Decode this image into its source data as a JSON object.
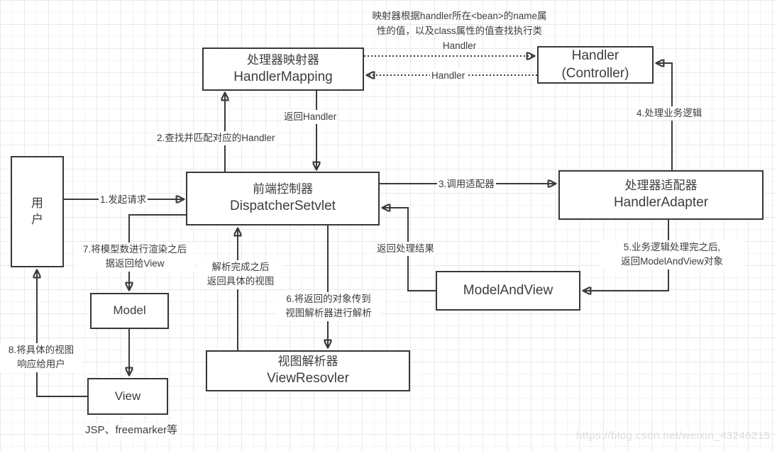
{
  "annotation_top": "映射器根据handler所在<bean>的name属\n性的值，以及class属性的值查找执行类\nHandler",
  "boxes": {
    "user": {
      "label": "用\n户"
    },
    "handler_mapping": {
      "title": "处理器映射器",
      "subtitle": "HandlerMapping"
    },
    "handler": {
      "title": "Handler",
      "subtitle": "(Controller)"
    },
    "dispatcher": {
      "title": "前端控制器",
      "subtitle": "DispatcherSetvlet"
    },
    "handler_adapter": {
      "title": "处理器适配器",
      "subtitle": "HandlerAdapter"
    },
    "model_and_view": {
      "title": "ModelAndView"
    },
    "view_resolver": {
      "title": "视图解析器",
      "subtitle": "ViewResovler"
    },
    "model": {
      "title": "Model"
    },
    "view": {
      "title": "View"
    }
  },
  "labels": {
    "step1": "1.发起请求",
    "step2": "2.查找并匹配对应的Handler",
    "return_handler": "返回Handler",
    "handler_result": "Handler",
    "step3": "3.调用适配器",
    "step4": "4.处理业务逻辑",
    "step5": "5.业务逻辑处理完之后,\n返回ModelAndView对象",
    "return_process_result": "返回处理结果",
    "step6": "6.将返回的对象传到\n视图解析器进行解析",
    "resolve_done": "解析完成之后\n返回具体的视图",
    "step7": "7.将模型数进行渲染之后\n据返回给View",
    "step8": "8.将具体的视图\n响应给用户",
    "view_note": "JSP、freemarker等"
  },
  "watermark": "https://blog.csdn.net/weixin_43246215",
  "colors": {
    "line": "#3a3a3a",
    "text": "#3d3d3d",
    "grid_minor": "#f4f4f4",
    "grid_major": "#e9e9e9",
    "watermark": "#dcdcdc"
  }
}
